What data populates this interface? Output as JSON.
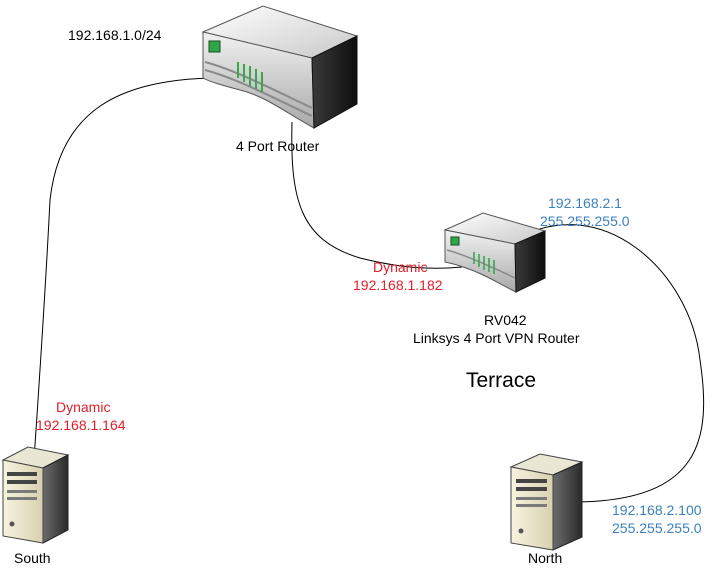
{
  "network_label": "192.168.1.0/24",
  "main_router": {
    "label": "4 Port Router"
  },
  "vpn_router": {
    "name": "RV042",
    "model": "Linksys 4 Port VPN Router",
    "wan_mode": "Dynamic",
    "wan_ip": "192.168.1.182",
    "lan_ip": "192.168.2.1",
    "lan_mask": "255.255.255.0"
  },
  "site_label": "Terrace",
  "south_server": {
    "name": "South",
    "mode": "Dynamic",
    "ip": "192.168.1.164"
  },
  "north_server": {
    "name": "North",
    "ip": "192.168.2.100",
    "mask": "255.255.255.0"
  },
  "colors": {
    "dynamic_text": "#e0202a",
    "static_text": "#3c80bf",
    "link": "#000000"
  }
}
